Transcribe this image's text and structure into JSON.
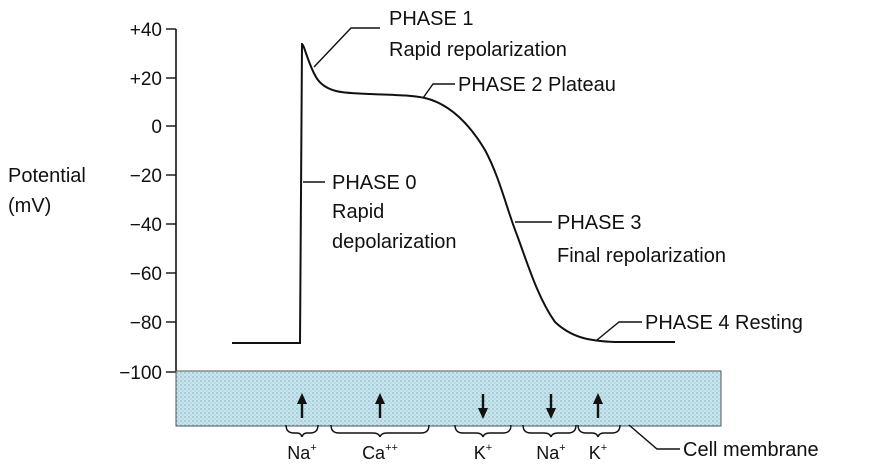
{
  "y_axis": {
    "title_line1": "Potential",
    "title_line2": "(mV)",
    "ticks": [
      "+40",
      "+20",
      "0",
      "−20",
      "−40",
      "−60",
      "−80",
      "−100"
    ]
  },
  "phases": {
    "p1_title": "PHASE 1",
    "p1_desc": "Rapid repolarization",
    "p2": "PHASE 2 Plateau",
    "p0_title": "PHASE 0",
    "p0_desc1": "Rapid",
    "p0_desc2": "depolarization",
    "p3_title": "PHASE 3",
    "p3_desc": "Final repolarization",
    "p4": "PHASE 4 Resting"
  },
  "membrane": {
    "label": "Cell membrane",
    "ions": [
      {
        "base": "Na",
        "sup": "+",
        "direction": "in"
      },
      {
        "base": "Ca",
        "sup": "++",
        "direction": "in"
      },
      {
        "base": "K",
        "sup": "+",
        "direction": "out"
      },
      {
        "base": "Na",
        "sup": "+",
        "direction": "out"
      },
      {
        "base": "K",
        "sup": "+",
        "direction": "in"
      }
    ],
    "fill_color": "#c8e4ec",
    "dot_color": "#7fb6c6"
  }
}
